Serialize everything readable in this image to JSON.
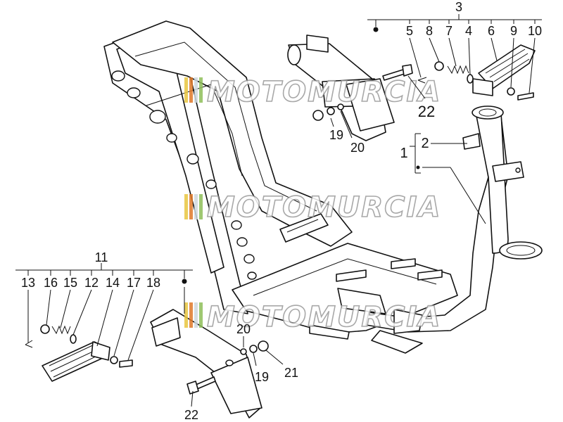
{
  "watermark": {
    "text": "MOTOMURCIA",
    "stripe_colors": [
      "#e8c640",
      "#e07a2a",
      "#cfd8de",
      "#8fbf5a"
    ]
  },
  "callouts": {
    "group_top": "3",
    "group_frame": "1",
    "group_left": "11",
    "top_row": [
      "5",
      "8",
      "7",
      "4",
      "6",
      "9",
      "10"
    ],
    "left_row": [
      "13",
      "16",
      "15",
      "12",
      "14",
      "17",
      "18"
    ],
    "n2": "2",
    "n22_top": "22",
    "n19_top": "19",
    "n20_top": "20",
    "n20_bottom": "20",
    "n19_bottom": "19",
    "n21": "21",
    "n22_bottom": "22"
  }
}
